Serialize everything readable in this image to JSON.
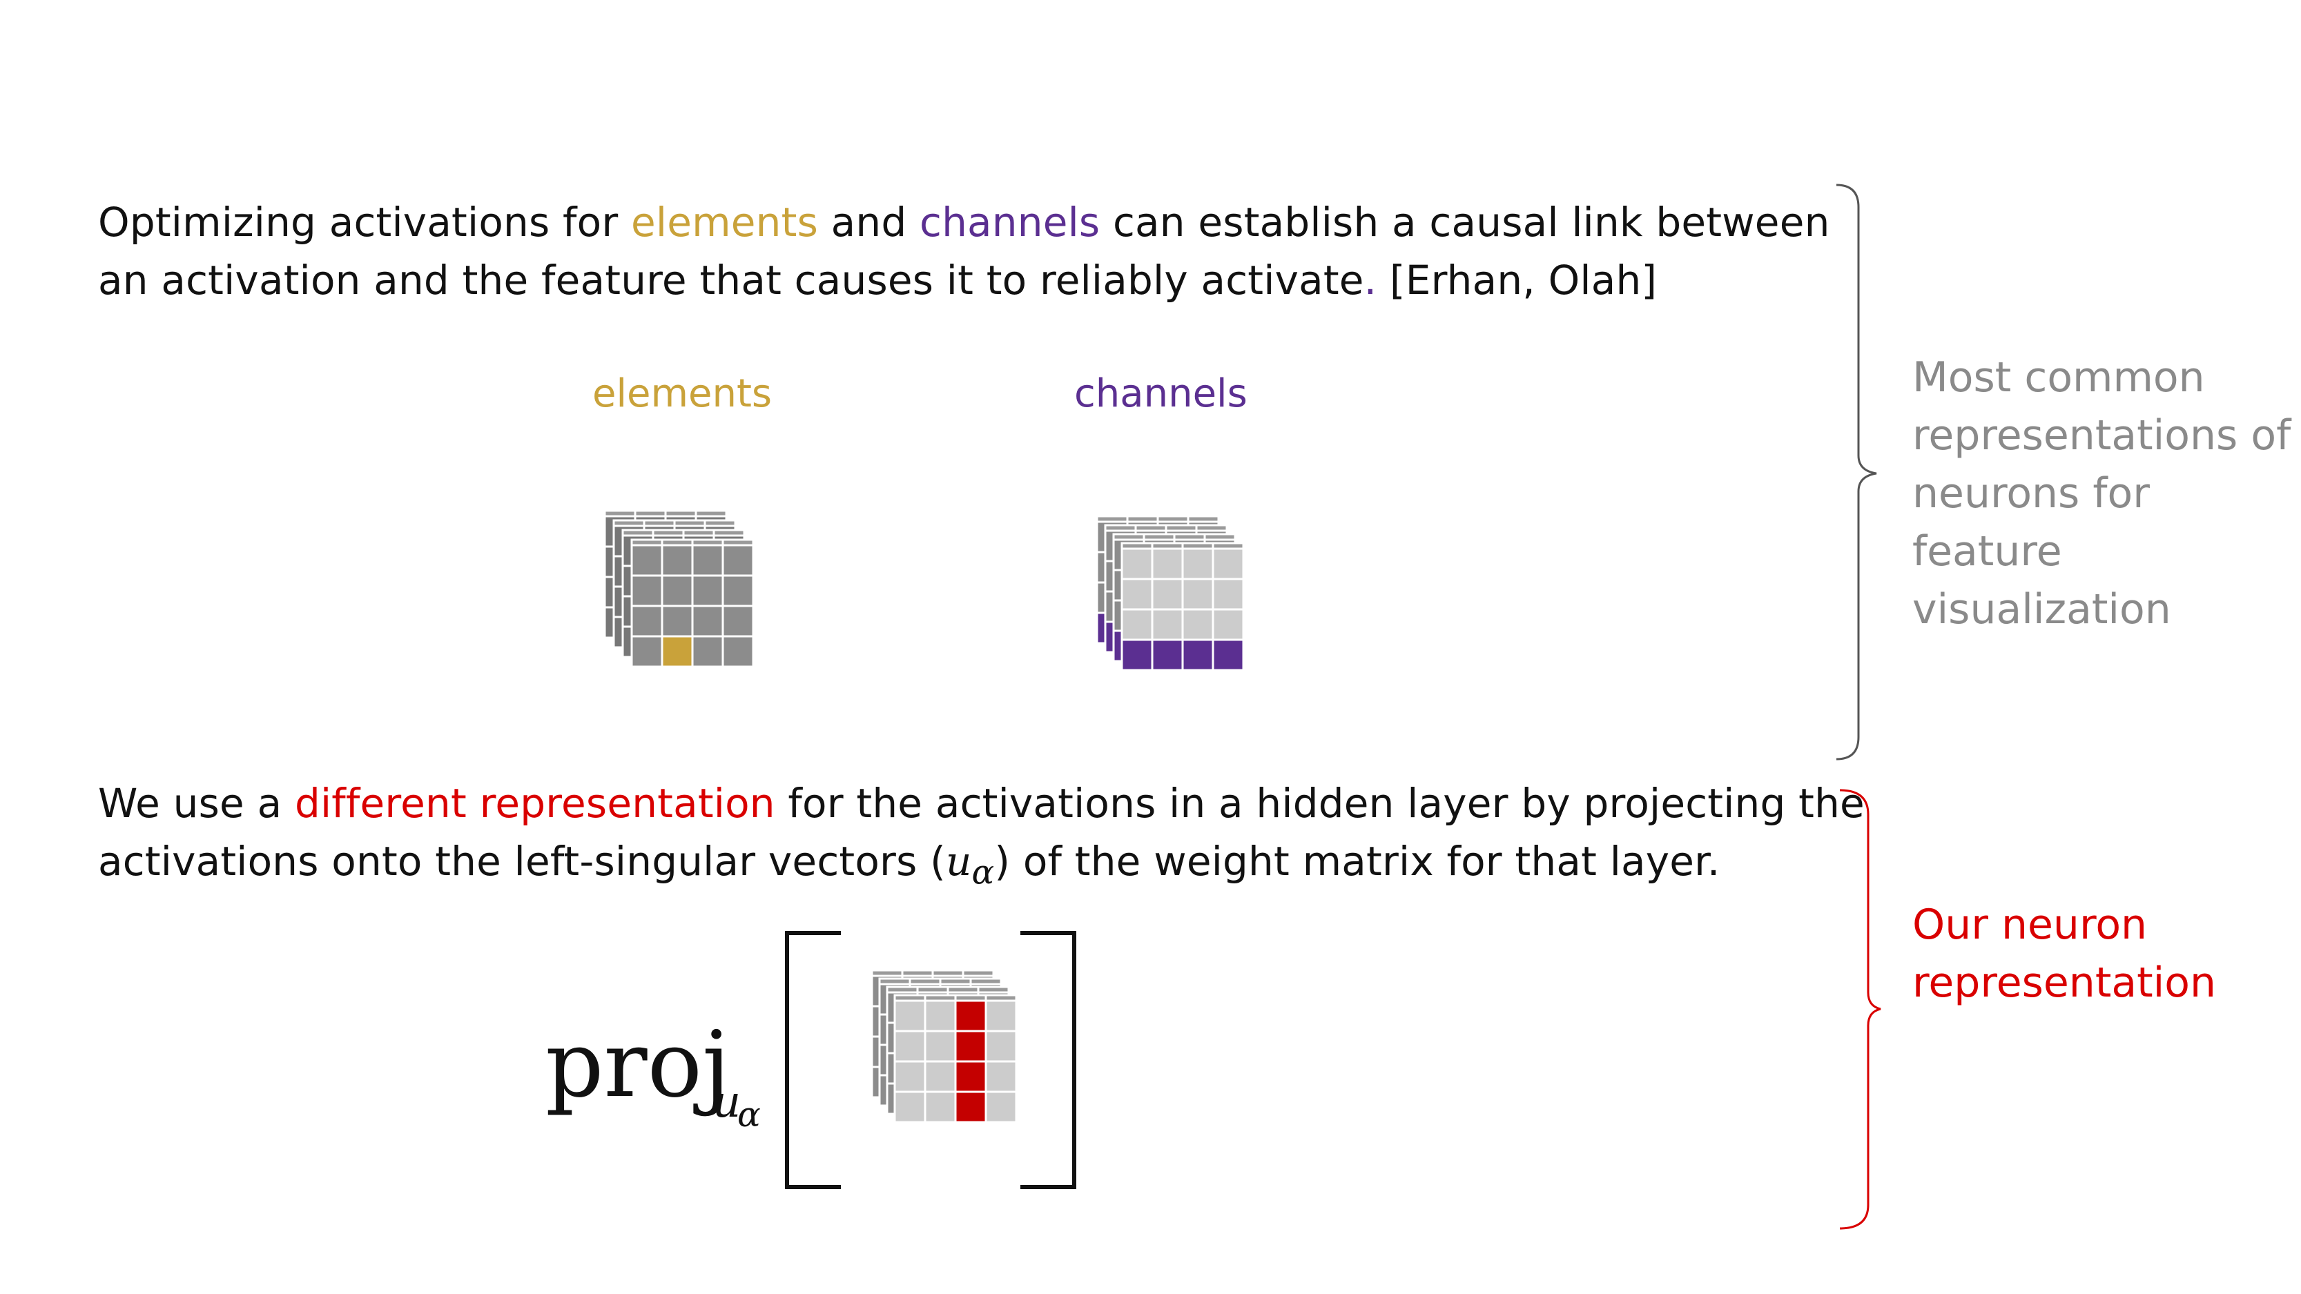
{
  "intro": {
    "pre": "Optimizing activations for ",
    "elements_word": "elements",
    "and": " and ",
    "channels_word": "channels",
    "post1": " can establish a causal link between an activation and the feature that causes it to reliably activate",
    "period": ".",
    "cite": " [Erhan, Olah]"
  },
  "diagram_labels": {
    "elements": "elements",
    "channels": "channels"
  },
  "ours": {
    "pre": "We use a ",
    "highlight": "different representation",
    "post1": " for the activations in a hidden layer by projecting the activations onto the left-singular vectors (",
    "symbol": "u",
    "sub": "α",
    "post2": ") of the weight matrix for that layer."
  },
  "formula": {
    "op": "proj",
    "sub_base": "u",
    "sub_index": "α"
  },
  "side_labels": {
    "common": "Most common representations of neurons for feature visualization",
    "ours": "Our neuron representation"
  },
  "colors": {
    "element_highlight": "#c9a23a",
    "channel_highlight": "#5b2f91",
    "projection_highlight": "#c40000",
    "cube_light": "#cccccc",
    "cube_dark": "#8c8c8c",
    "brace_common": "#555555",
    "brace_ours": "#d90000"
  }
}
